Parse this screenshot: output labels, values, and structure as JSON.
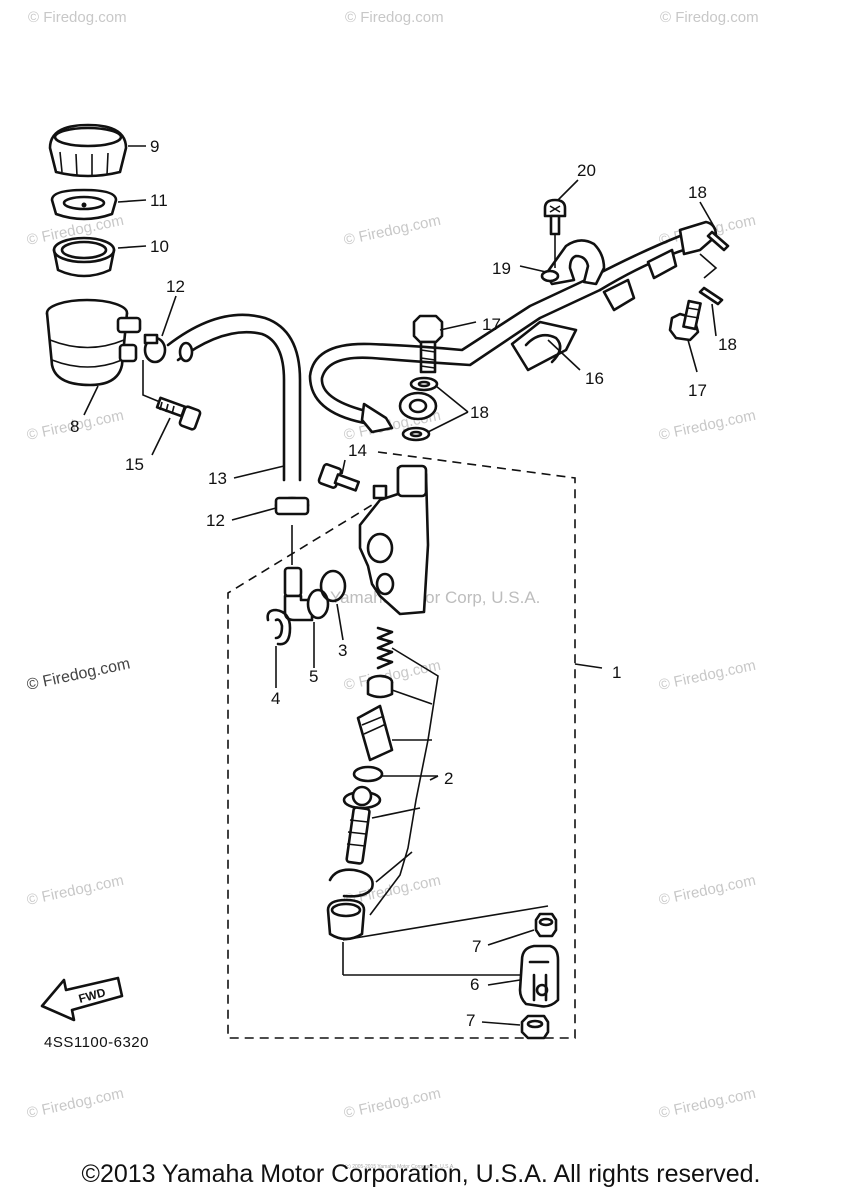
{
  "diagram": {
    "parts": [
      {
        "id": "p1",
        "label": "1"
      },
      {
        "id": "p2",
        "label": "2"
      },
      {
        "id": "p3",
        "label": "3"
      },
      {
        "id": "p4",
        "label": "4"
      },
      {
        "id": "p5",
        "label": "5"
      },
      {
        "id": "p6",
        "label": "6"
      },
      {
        "id": "p7a",
        "label": "7"
      },
      {
        "id": "p7b",
        "label": "7"
      },
      {
        "id": "p8",
        "label": "8"
      },
      {
        "id": "p9",
        "label": "9"
      },
      {
        "id": "p10",
        "label": "10"
      },
      {
        "id": "p11",
        "label": "11"
      },
      {
        "id": "p12a",
        "label": "12"
      },
      {
        "id": "p12b",
        "label": "12"
      },
      {
        "id": "p13",
        "label": "13"
      },
      {
        "id": "p14",
        "label": "14"
      },
      {
        "id": "p15",
        "label": "15"
      },
      {
        "id": "p16",
        "label": "16"
      },
      {
        "id": "p17a",
        "label": "17"
      },
      {
        "id": "p17b",
        "label": "17"
      },
      {
        "id": "p18a",
        "label": "18"
      },
      {
        "id": "p18b",
        "label": "18"
      },
      {
        "id": "p18c",
        "label": "18"
      },
      {
        "id": "p19",
        "label": "19"
      },
      {
        "id": "p20",
        "label": "20"
      }
    ],
    "fwd_label": "FWD",
    "diagram_code": "4SS1100-6320",
    "watermark": "© Firedog.com",
    "center_watermark": "Yamaha Motor Corp, U.S.A.",
    "tiny_notice": "(c) 2005-2015 Yamaha Motor Corporation, U.S.A."
  },
  "footer": {
    "copyright": "©2013 Yamaha Motor Corporation, U.S.A. All rights reserved."
  }
}
